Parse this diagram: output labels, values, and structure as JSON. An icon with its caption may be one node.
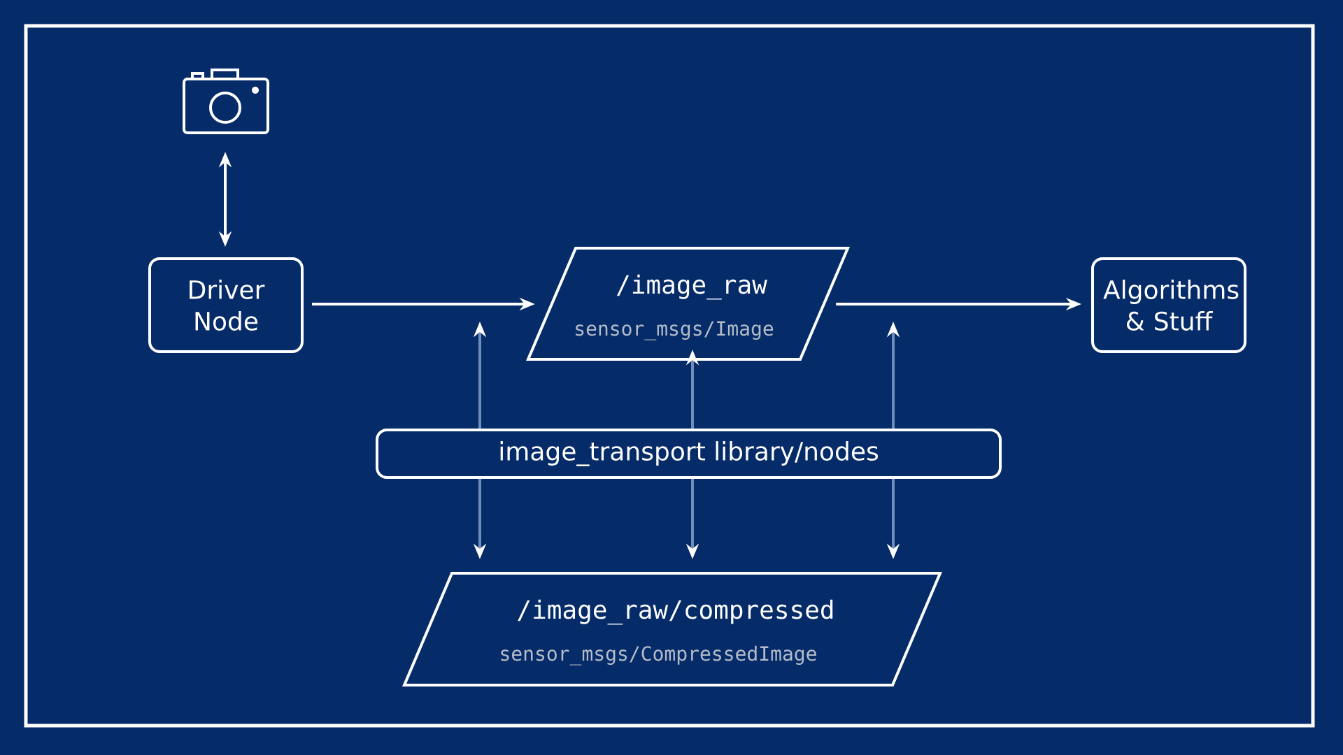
{
  "diagram": {
    "nodes": [
      {
        "text": [],
        "shape": "picture"
      },
      {
        "text": [
          "Driver Node"
        ]
      },
      {
        "text": [
          "/image_raw",
          "sensor_msgs/Image"
        ]
      },
      {
        "text": [
          "Algorithms & Stuff"
        ]
      },
      {
        "text": [
          "image_transport library/nodes"
        ]
      },
      {
        "text": [
          "/image_raw/compressed",
          "sensor_msgs/CompressedImage"
        ]
      }
    ],
    "edges": [
      {
        "from": 0,
        "to": 1,
        "arrow": "both",
        "color": "#ffffff"
      },
      {
        "from": 1,
        "to": 2,
        "arrow": "to",
        "color": "#ffffff"
      },
      {
        "from": 2,
        "to": 3,
        "arrow": "to",
        "color": "#ffffff"
      },
      {
        "from": 4,
        "to": null,
        "arrow": "to"
      },
      {
        "from": 4,
        "to": 5,
        "arrow": "to"
      },
      {
        "from": 4,
        "to": 2,
        "arrow": "to"
      },
      {
        "from": 4,
        "to": 5,
        "arrow": "to"
      },
      {
        "from": 4,
        "to": null,
        "arrow": "to"
      },
      {
        "from": 4,
        "to": 5,
        "arrow": "to"
      }
    ]
  }
}
